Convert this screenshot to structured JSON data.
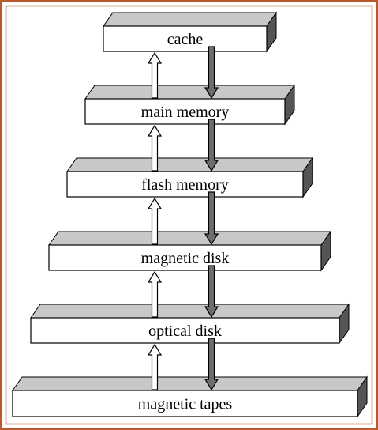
{
  "colors": {
    "frame_outer": "#b85a2e",
    "frame_inner": "#b85a2e",
    "box_front": "#ffffff",
    "box_top": "#c8c8c8",
    "box_side": "#555555",
    "stroke": "#000000",
    "arrow_down_fill": "#6e6e6e",
    "arrow_up_fill": "#ffffff"
  },
  "levels": [
    {
      "label": "cache"
    },
    {
      "label": "main memory"
    },
    {
      "label": "flash memory"
    },
    {
      "label": "magnetic disk"
    },
    {
      "label": "optical disk"
    },
    {
      "label": "magnetic tapes"
    }
  ],
  "arrows": {
    "up_icon": "hollow-up-arrow-icon",
    "down_icon": "gray-down-arrow-icon"
  }
}
